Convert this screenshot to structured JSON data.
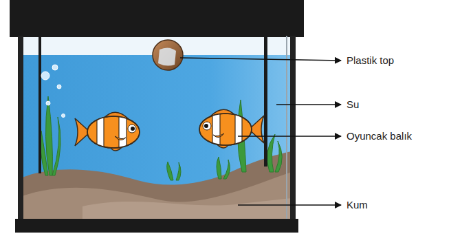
{
  "diagram": {
    "labels": [
      "Plastik top",
      "Su",
      "Oyuncak balık",
      "Kum"
    ]
  }
}
